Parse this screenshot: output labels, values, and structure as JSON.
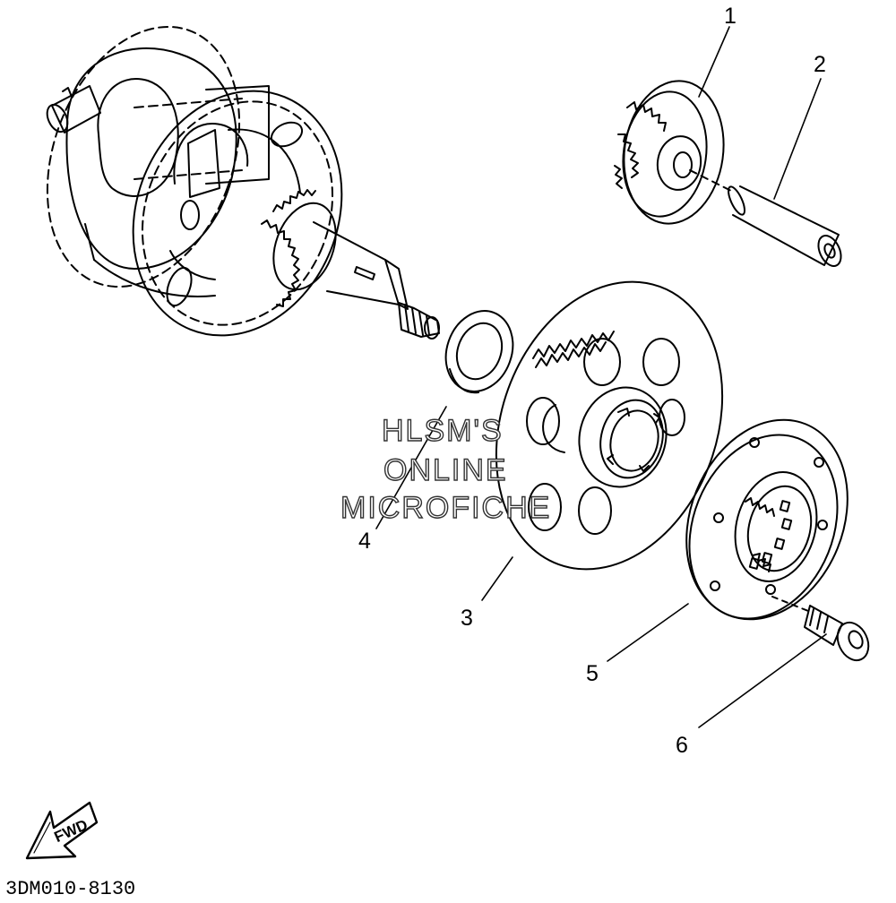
{
  "callouts": [
    {
      "id": "1",
      "label": "1"
    },
    {
      "id": "2",
      "label": "2"
    },
    {
      "id": "3",
      "label": "3"
    },
    {
      "id": "4",
      "label": "4"
    },
    {
      "id": "5",
      "label": "5"
    },
    {
      "id": "6",
      "label": "6"
    }
  ],
  "watermark": {
    "line1": "HLSM'S",
    "line2": "ONLINE",
    "line3": "MICROFICHE"
  },
  "fwd_label": "FWD",
  "catalog_code": "3DM010-8130"
}
